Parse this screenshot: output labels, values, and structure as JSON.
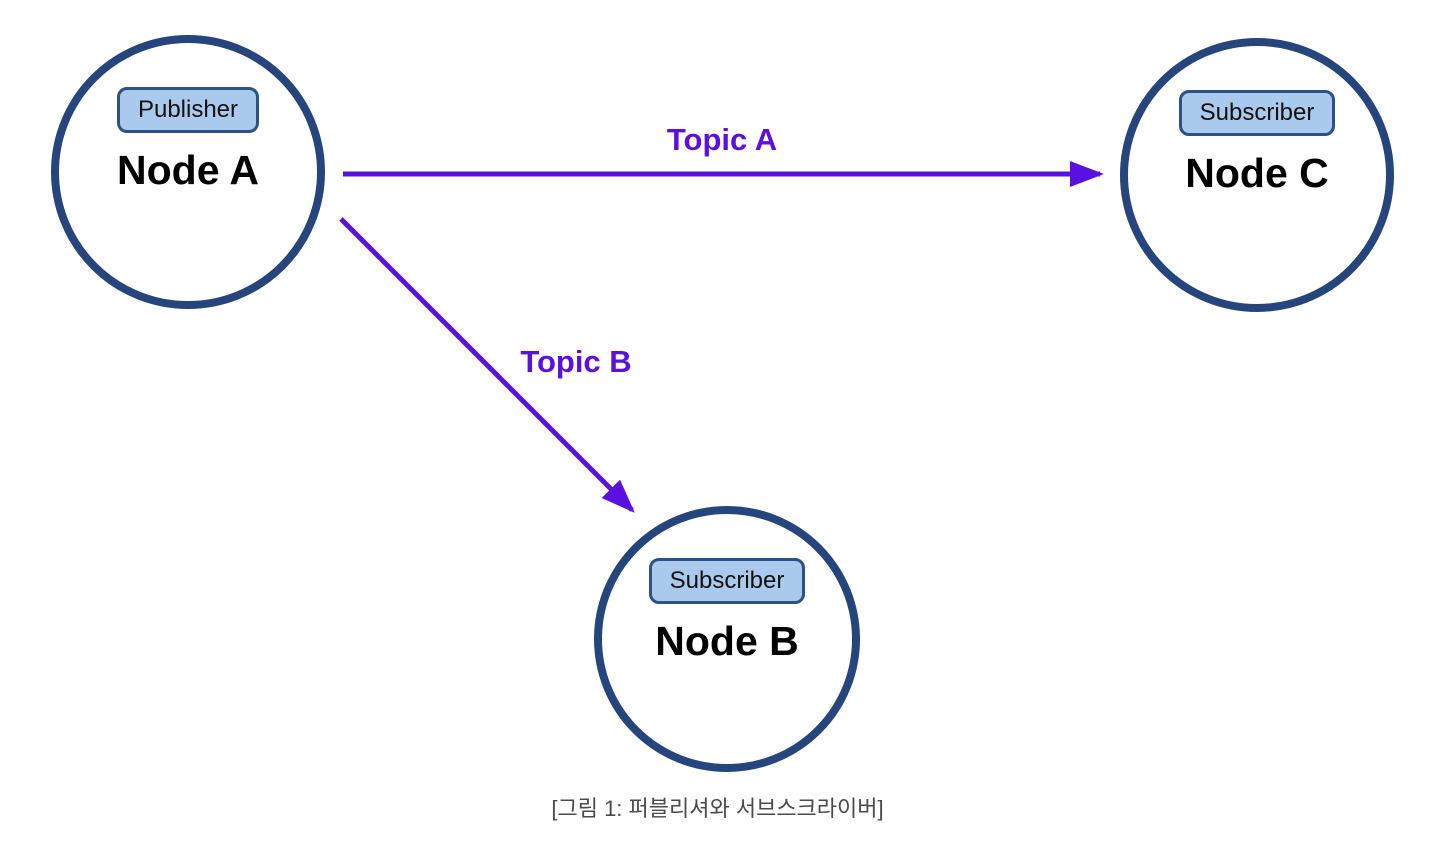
{
  "diagram": {
    "title": "publisher-subscriber-topology",
    "caption": "[그림 1: 퍼블리셔와 서브스크라이버]",
    "nodes": [
      {
        "id": "node-a",
        "label": "Node A",
        "badge": "Publisher"
      },
      {
        "id": "node-c",
        "label": "Node C",
        "badge": "Subscriber"
      },
      {
        "id": "node-b",
        "label": "Node B",
        "badge": "Subscriber"
      }
    ],
    "edges": [
      {
        "label": "Topic A",
        "from": "Node A",
        "to": "Node C"
      },
      {
        "label": "Topic B",
        "from": "Node A",
        "to": "Node B"
      }
    ],
    "colors": {
      "background": "#ffffff",
      "circle_border": "#26457d",
      "badge_fill": "#a9c9ed",
      "badge_border": "#2d5185",
      "arrow": "#5a11e0",
      "topic_text": "#5a11e0",
      "node_text": "#000000",
      "caption_text": "#4a4a4a"
    }
  }
}
